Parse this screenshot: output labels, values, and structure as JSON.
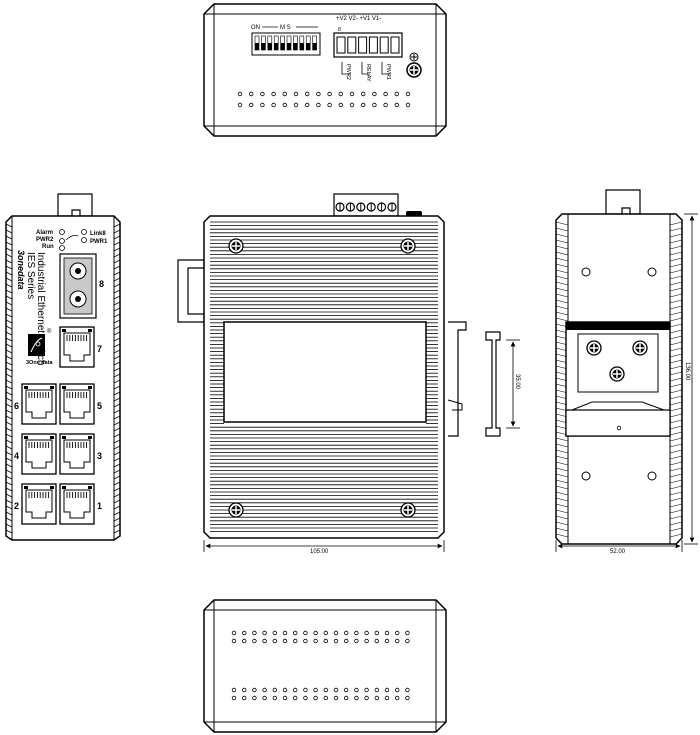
{
  "top_view": {
    "dip_label_left": "ON",
    "dip_label_mid": "M S",
    "terminal_labels": "+V2 V2-   +V1 V1-",
    "terminal_pin_label": "8",
    "relay_labels": [
      "PWR2",
      "RELAY",
      "PWR1"
    ]
  },
  "front_panel": {
    "leds": {
      "alarm": "Alarm",
      "pwr2": "PWR2",
      "run": "Run",
      "link": "Link8",
      "pwr1": "PWR1"
    },
    "brand": "3onedata",
    "series": "IES Series",
    "product": "Industrial Ethernet Switch",
    "logo_caption": "3One data",
    "registered": "®",
    "port_numbers": [
      "8",
      "7",
      "6",
      "5",
      "4",
      "3",
      "2",
      "1"
    ]
  },
  "dimensions": {
    "width": "105.00",
    "depth": "52.00",
    "height": "136.00",
    "rail": "35.00"
  }
}
